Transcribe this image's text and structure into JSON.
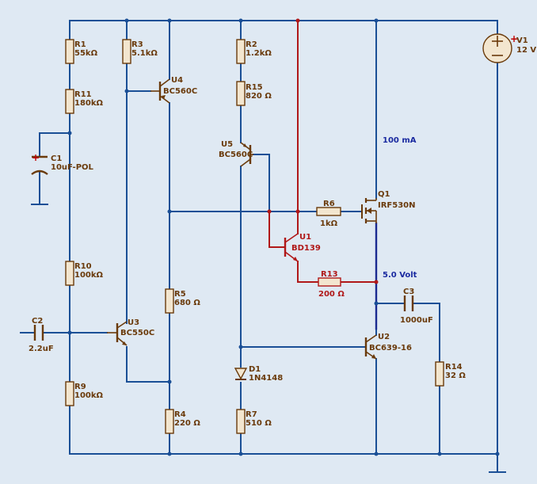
{
  "components": {
    "R1": {
      "ref": "R1",
      "value": "55kΩ"
    },
    "R11": {
      "ref": "R11",
      "value": "180kΩ"
    },
    "C1": {
      "ref": "C1",
      "value": "10uF-POL"
    },
    "R10": {
      "ref": "R10",
      "value": "100kΩ"
    },
    "C2": {
      "ref": "C2",
      "value": "2.2uF"
    },
    "R9": {
      "ref": "R9",
      "value": "100kΩ"
    },
    "R3": {
      "ref": "R3",
      "value": "5.1kΩ"
    },
    "U4": {
      "ref": "U4",
      "value": "BC560C"
    },
    "U3": {
      "ref": "U3",
      "value": "BC550C"
    },
    "R5": {
      "ref": "R5",
      "value": "680 Ω"
    },
    "R4": {
      "ref": "R4",
      "value": "220 Ω"
    },
    "R2": {
      "ref": "R2",
      "value": "1.2kΩ"
    },
    "R15": {
      "ref": "R15",
      "value": "820 Ω"
    },
    "U5": {
      "ref": "U5",
      "value": "BC560C"
    },
    "D1": {
      "ref": "D1",
      "value": "1N4148"
    },
    "R7": {
      "ref": "R7",
      "value": "510 Ω"
    },
    "U1": {
      "ref": "U1",
      "value": "BD139"
    },
    "R6": {
      "ref": "R6",
      "value": "1kΩ"
    },
    "R13": {
      "ref": "R13",
      "value": "200 Ω"
    },
    "Q1": {
      "ref": "Q1",
      "value": "IRF530N"
    },
    "U2": {
      "ref": "U2",
      "value": "BC639-16"
    },
    "C3": {
      "ref": "C3",
      "value": "1000uF"
    },
    "R14": {
      "ref": "R14",
      "value": "32 Ω"
    },
    "V1": {
      "ref": "V1",
      "value": "12 V"
    }
  },
  "annotations": {
    "current": "100 mA",
    "voltage": "5.0 Volt"
  },
  "colors": {
    "background": "#dfe9f3",
    "wire": "#1a4f96",
    "highlight_wire": "#b01818",
    "component": "#6a3a0a",
    "annotation": "#1a2aa0"
  }
}
